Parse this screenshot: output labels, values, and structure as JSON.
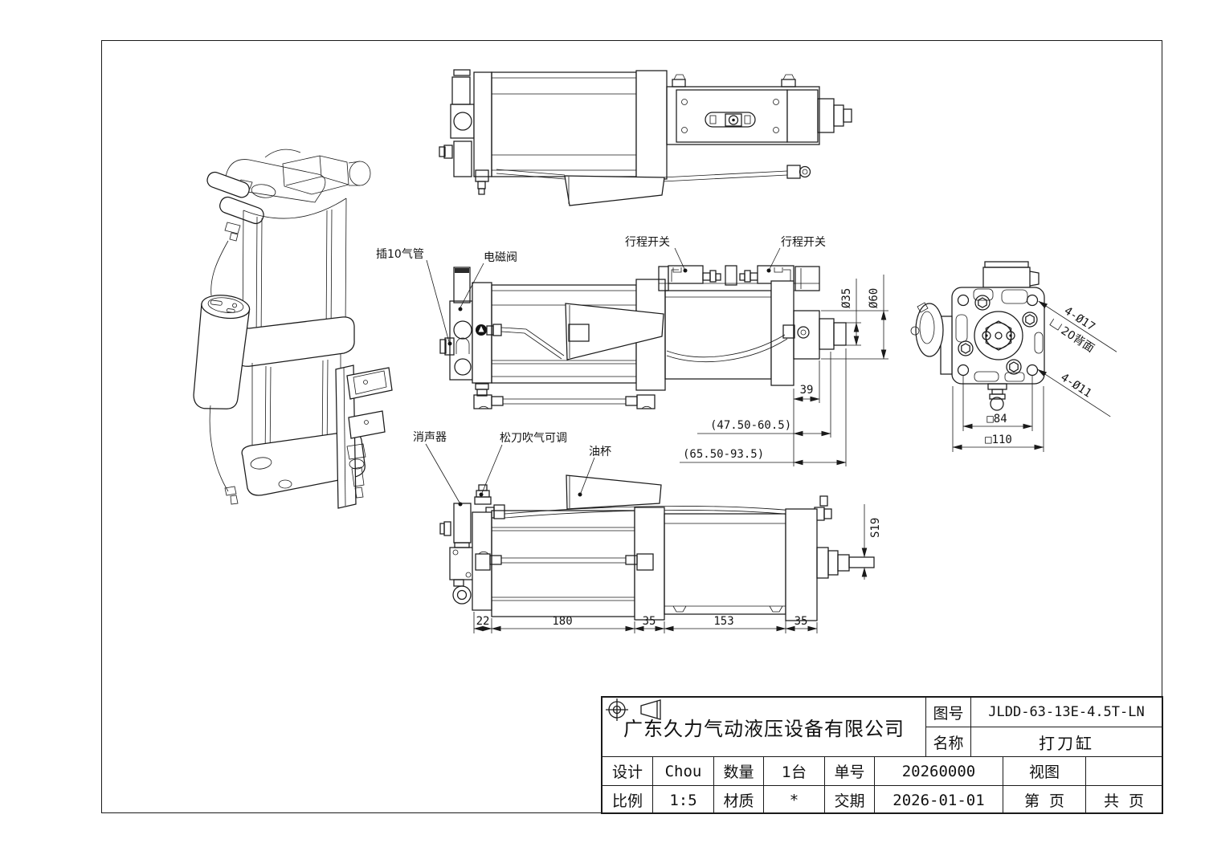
{
  "page": {
    "background": "#ffffff",
    "line_color": "#1a1a1a"
  },
  "title_block": {
    "company": "广东久力气动液压设备有限公司",
    "drawing_no_label": "图号",
    "drawing_no": "JLDD-63-13E-4.5T-LN",
    "part_name_label": "名称",
    "part_name": "打刀缸",
    "designer_label": "设计",
    "designer": "Chou",
    "quantity_label": "数量",
    "quantity": "1台",
    "order_no_label": "单号",
    "order_no": "20260000",
    "view_label": "视图",
    "scale_label": "比例",
    "scale": "1:5",
    "material_label": "材质",
    "material": "*",
    "delivery_label": "交期",
    "delivery_date": "2026-01-01",
    "page_label": "第  页",
    "total_pages_label": "共  页",
    "projection_icons": [
      "first-angle-projection-symbol",
      "cone-view-symbol"
    ]
  },
  "front_view": {
    "labels": {
      "air_tube": "插10气管",
      "solenoid_valve": "电磁阀",
      "travel_switch_left": "行程开关",
      "travel_switch_right": "行程开关"
    },
    "dimensions": {
      "rod_diameter": "Ø35",
      "collar_diameter": "Ø60",
      "flange_offset": "39",
      "stroke_range_small": "(47.50-60.5)",
      "stroke_range_large": "(65.50-93.5)"
    }
  },
  "end_view": {
    "dimensions": {
      "front_holes": "4-Ø17",
      "counterbore_note": "20背面",
      "back_holes": "4-Ø11",
      "bolt_square": "□84",
      "flange_square": "□110"
    }
  },
  "bottom_view": {
    "labels": {
      "muffler": "消声器",
      "blow_adjust": "松刀吹气可调",
      "oil_cup": "油杯"
    },
    "dimensions": {
      "wrench_flats": "S19",
      "seg_1": "22",
      "seg_2": "180",
      "seg_3": "35",
      "seg_4": "153",
      "seg_5": "35"
    }
  }
}
